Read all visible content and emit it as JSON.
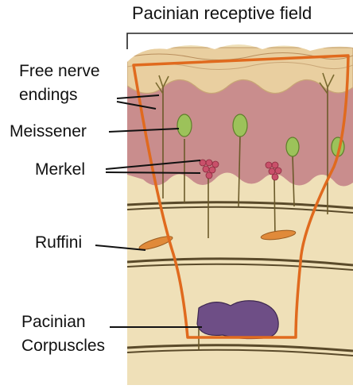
{
  "title": "Pacinian receptive field",
  "labels": {
    "free_nerve_1": "Free nerve",
    "free_nerve_2": "endings",
    "meissener": "Meissener",
    "merkel": "Merkel",
    "ruffini": "Ruffini",
    "pacinian_1": "Pacinian",
    "pacinian_2": "Corpuscles"
  },
  "colors": {
    "outline": "#e06a1e",
    "epidermis": "#e9cfa0",
    "dermis_papillary": "#c98d8d",
    "dermis_reticular": "#efe0b8",
    "nerve": "#6b5a2a",
    "fiber_band": "#5a4a2a",
    "meissner": "#9cc25a",
    "merkel": "#c9506a",
    "ruffini": "#e08a3a",
    "pacinian": "#6e4e86"
  }
}
